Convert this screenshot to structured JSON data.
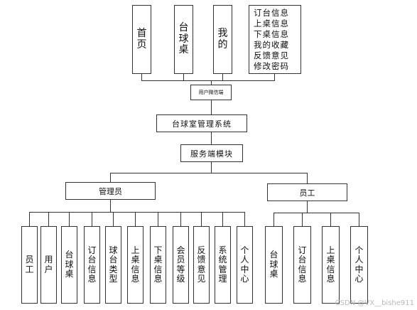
{
  "top_nodes": [
    {
      "label": "首页"
    },
    {
      "label": "台球桌"
    },
    {
      "label": "我的"
    }
  ],
  "my_submenu": [
    "订台信息",
    "上桌信息",
    "下桌信息",
    "我的收藏",
    "反馈意见",
    "修改密码"
  ],
  "portal_label": "用户微信端",
  "system_label": "台球室管理系统",
  "server_label": "服务端模块",
  "admin_label": "管理员",
  "staff_label": "员工",
  "admin_modules": [
    "员工",
    "用户",
    "台球桌",
    "订台信息",
    "球台类型",
    "上桌信息",
    "下桌信息",
    "会员等级",
    "反馈意见",
    "系统管理",
    "个人中心"
  ],
  "staff_modules": [
    "台球桌",
    "订台信息",
    "上桌信息",
    "个人中心"
  ],
  "watermark": "CSDN @VX__bishe911"
}
